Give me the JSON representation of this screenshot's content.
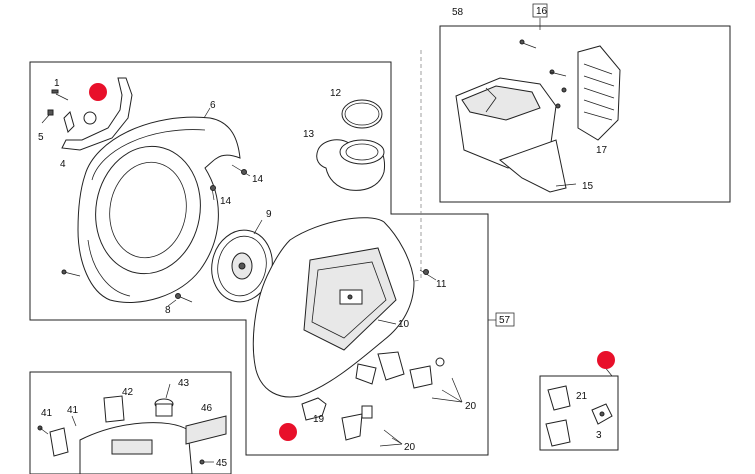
{
  "callouts": {
    "c1": "1",
    "c3": "3",
    "c4": "4",
    "c5": "5",
    "c6": "6",
    "c8": "8",
    "c9": "9",
    "c10": "10",
    "c11": "11",
    "c12": "12",
    "c13": "13",
    "c14a": "14",
    "c14b": "14",
    "c15": "15",
    "c16": "16",
    "c17": "17",
    "c19": "19",
    "c20a": "20",
    "c20b": "20",
    "c21": "21",
    "c41a": "41",
    "c41b": "41",
    "c42": "42",
    "c43": "43",
    "c45": "45",
    "c46": "46",
    "c57": "57",
    "c58": "58"
  },
  "hotspot_color": "#e8102a"
}
